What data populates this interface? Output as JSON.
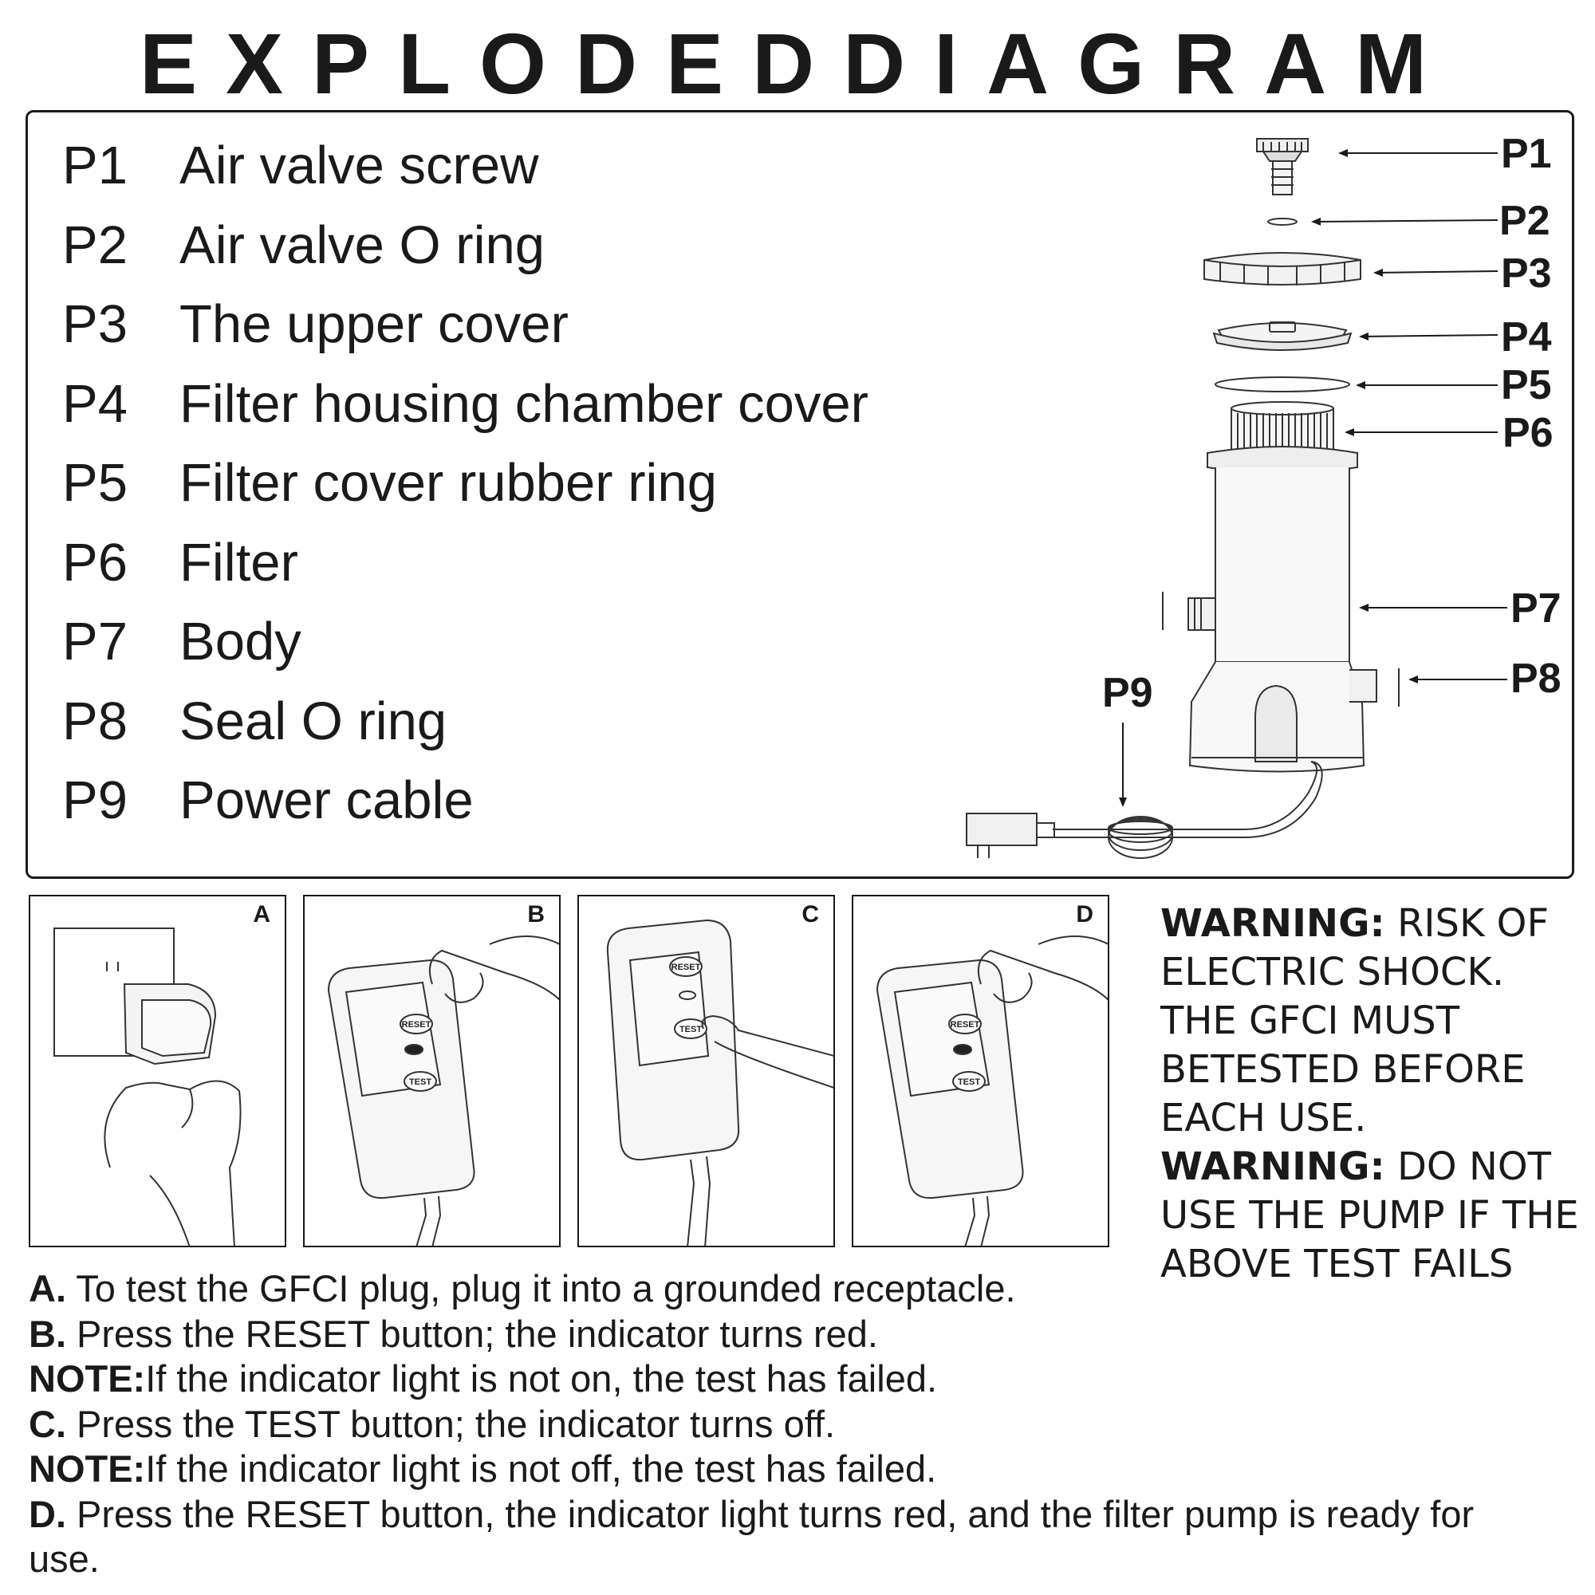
{
  "title": "EXPLODEDDIAGRAM",
  "parts": [
    {
      "code": "P1",
      "name": "Air valve screw"
    },
    {
      "code": "P2",
      "name": "Air valve O ring"
    },
    {
      "code": "P3",
      "name": "The upper cover"
    },
    {
      "code": "P4",
      "name": "Filter housing chamber cover"
    },
    {
      "code": "P5",
      "name": "Filter cover rubber ring"
    },
    {
      "code": "P6",
      "name": "Filter"
    },
    {
      "code": "P7",
      "name": "Body"
    },
    {
      "code": "P8",
      "name": "Seal O ring"
    },
    {
      "code": "P9",
      "name": "Power cable"
    }
  ],
  "panels": {
    "a": {
      "letter": "A"
    },
    "b": {
      "letter": "B",
      "reset": "RESET",
      "test": "TEST"
    },
    "c": {
      "letter": "C",
      "reset": "RESET",
      "test": "TEST"
    },
    "d": {
      "letter": "D",
      "reset": "RESET",
      "test": "TEST"
    }
  },
  "warning": {
    "label1": "WARNING:",
    "text1": " RISK OF ELECTRIC SHOCK. THE GFCI MUST BETESTED BEFORE EACH USE.",
    "label2": "WARNING:",
    "text2": " DO NOT USE THE PUMP IF THE ABOVE TEST FAILS"
  },
  "steps": [
    {
      "key": "A.",
      "text": " To test the GFCI plug, plug it into a grounded receptacle."
    },
    {
      "key": "B.",
      "text": " Press the RESET button; the indicator turns red."
    },
    {
      "key": "NOTE:",
      "text": "If the indicator light is not on, the test has failed."
    },
    {
      "key": "C.",
      "text": " Press the TEST button; the indicator turns off."
    },
    {
      "key": "NOTE:",
      "text": "If the indicator light is not off, the test has failed."
    },
    {
      "key": "D.",
      "text": " Press the RESET button, the indicator light turns red, and the filter pump is ready for use."
    }
  ]
}
